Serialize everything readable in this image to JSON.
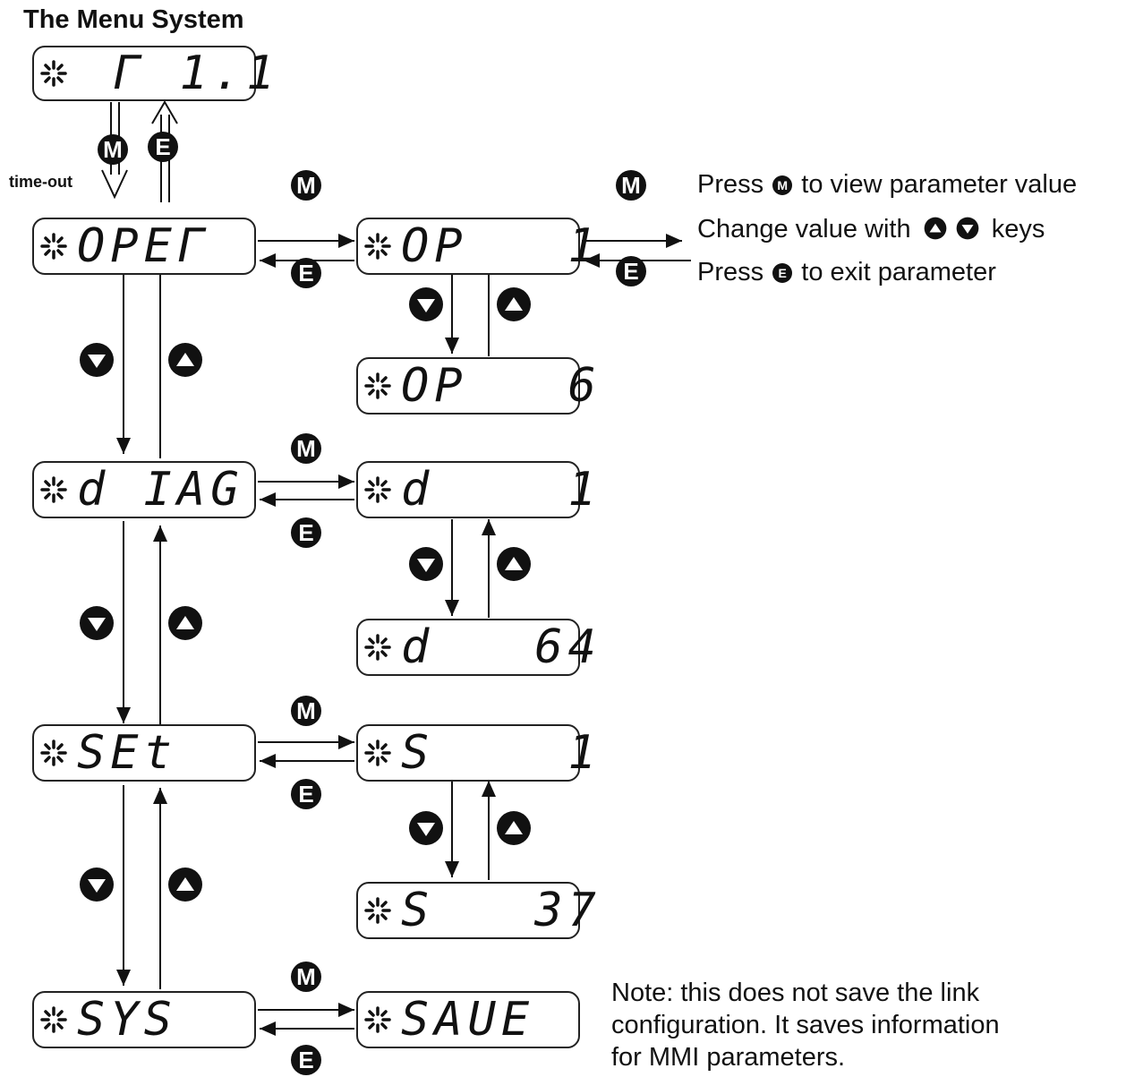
{
  "title": "The Menu System",
  "timeout_label": "time-out",
  "displays": {
    "top": "Γ 1.1",
    "oper": "OPEΓ",
    "op1": "OP   1",
    "op6": "OP   6",
    "diag": "d IAG",
    "d1": "d    1",
    "d64": "d   64",
    "set": "SEt",
    "s1": "S    1",
    "s37": "S   37",
    "sys": "SYS",
    "save": "SAUE"
  },
  "keys": {
    "menu": "M",
    "exit": "E"
  },
  "legend": {
    "line1_pre": "Press",
    "line1_post": "to view parameter value",
    "line2_pre": "Change value with",
    "line2_post": "keys",
    "line3_pre": "Press",
    "line3_post": "to exit parameter"
  },
  "note": [
    "Note: this does not save the link",
    "configuration. It saves information",
    "for MMI parameters."
  ],
  "icons": [
    "star-icon",
    "menu-key-icon",
    "exit-key-icon",
    "up-key-icon",
    "down-key-icon"
  ]
}
